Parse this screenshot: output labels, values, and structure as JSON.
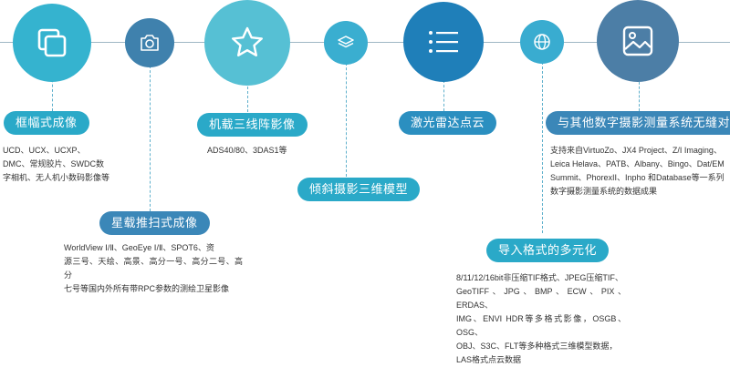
{
  "colors": {
    "teal": "#2aa9c8",
    "blue": "#2b8fc0",
    "steel": "#4a7fa8",
    "line": "#9fb7c4"
  },
  "nodes": [
    {
      "icon": "copy-squares-icon",
      "title": "框幅式成像",
      "desc": [
        "UCD、UCX、UCXP、",
        "DMC、常规胶片、SWDC数",
        "字相机、无人机小数码影像等"
      ]
    },
    {
      "icon": "camera-icon",
      "title": "星载推扫式成像",
      "desc": [
        "WorldView Ⅰ/Ⅱ、GeoEye Ⅰ/Ⅱ、SPOT6、资",
        "源三号、天绘、高景、高分一号、高分二号、高分",
        "七号等国内外所有带RPC参数的测绘卫星影像"
      ]
    },
    {
      "icon": "star-icon",
      "title": "机载三线阵影像",
      "desc": [
        "ADS40/80、3DAS1等"
      ]
    },
    {
      "icon": "layers-icon",
      "title": "倾斜摄影三维模型",
      "desc": []
    },
    {
      "icon": "list-icon",
      "title": "激光雷达点云",
      "desc": []
    },
    {
      "icon": "globe-icon",
      "title": "导入格式的多元化",
      "desc": [
        "8/11/12/16bit非压缩TIF格式、JPEG压缩TIF、",
        "GeoTIFF、JPG、BMP、ECW、PIX、ERDAS、",
        "IMG、ENVI HDR等多格式影像，OSGB、OSG、",
        "OBJ、S3C、FLT等多种格式三维模型数据，",
        "LAS格式点云数据"
      ]
    },
    {
      "icon": "image-icon",
      "title": "与其他数字摄影测量系统无缝对接",
      "desc": [
        "支持来自VirtuoZo、JX4 Project、Z/I Imaging、",
        "Leica Helava、PATB、Albany、Bingo、Dat/EM",
        "Summit、PhorexII、Inpho 和Database等一系列",
        "数字摄影测量系统的数据成果"
      ]
    }
  ]
}
